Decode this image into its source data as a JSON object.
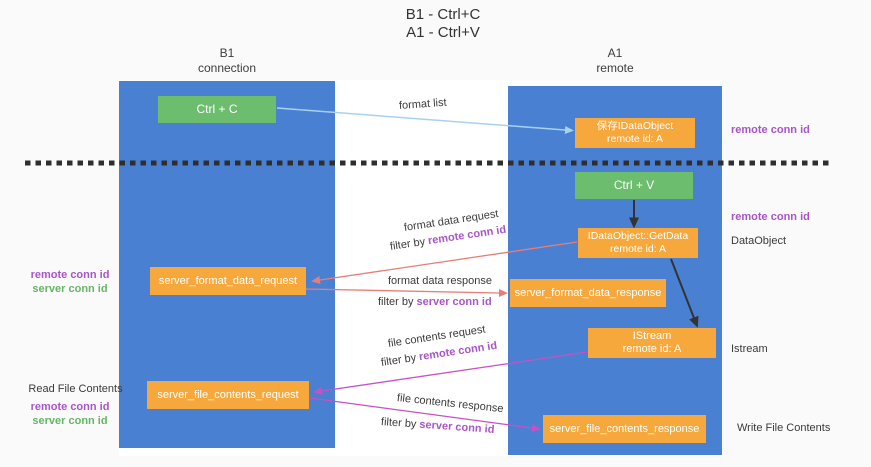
{
  "title": {
    "line1": "B1 - Ctrl+C",
    "line2": "A1 - Ctrl+V"
  },
  "lifelines": {
    "left": {
      "name": "B1",
      "role": "connection"
    },
    "right": {
      "name": "A1",
      "role": "remote"
    }
  },
  "boxes": {
    "ctrl_c": "Ctrl + C",
    "ctrl_v": "Ctrl + V",
    "save_idataobject": {
      "title": "保存IDataObject",
      "subtitle": "remote id: A"
    },
    "getdata": {
      "title": "IDataObject::GetData",
      "subtitle": "remote id: A"
    },
    "istream": {
      "title": "IStream",
      "subtitle": "remote id: A"
    },
    "server_format_data_request": "server_format_data_request",
    "server_format_data_response": "server_format_data_response",
    "server_file_contents_request": "server_file_contents_request",
    "server_file_contents_response": "server_file_contents_response"
  },
  "flows": {
    "format_list": "format list",
    "format_data_request": "format data request",
    "format_data_response": "format data response",
    "file_contents_request": "file contents request",
    "file_contents_response": "file contents response",
    "filter_by": "filter by",
    "remote_conn_id": "remote conn id",
    "server_conn_id": "server conn id"
  },
  "annotations": {
    "right": {
      "remote_conn_id_top": "remote conn id",
      "remote_conn_id_mid": "remote conn id",
      "dataobject": "DataObject",
      "istream": "Istream",
      "write_file_contents": "Write File Contents"
    },
    "left": {
      "remote_conn_id_mid": "remote conn id",
      "server_conn_id_mid": "server conn id",
      "read_file_contents": "Read File Contents",
      "remote_conn_id_bottom": "remote conn id",
      "server_conn_id_bottom": "server conn id"
    }
  },
  "colors": {
    "lifeline_blue": "#4a80d2",
    "box_orange": "#f7a83c",
    "box_green": "#6cbe6e",
    "arrow_salmon": "#e87d75",
    "arrow_magenta": "#c94fc4",
    "arrow_blue": "#a6d2ee",
    "label_purple": "#a855c8",
    "label_green": "#67b567",
    "separator_black": "#2e2e2e"
  }
}
